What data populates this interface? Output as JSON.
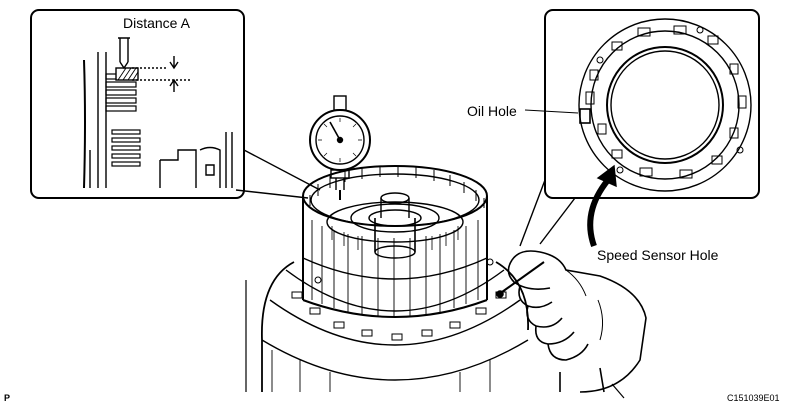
{
  "labels": {
    "distance_a": "Distance A",
    "oil_hole": "Oil Hole",
    "speed_sensor_hole": "Speed Sensor Hole",
    "page_marker": "P",
    "figure_code": "C151039E01"
  },
  "colors": {
    "ink": "#000000",
    "paper": "#ffffff",
    "hatch": "#444444"
  },
  "icons": {
    "dial_indicator": "dial-indicator-icon",
    "hand": "hand-icon",
    "arrow": "curved-arrow-icon"
  }
}
